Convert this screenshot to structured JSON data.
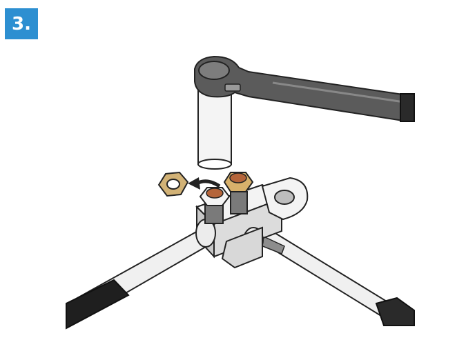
{
  "step": {
    "label": "3."
  },
  "colors": {
    "badge_bg": "#2d8fd1",
    "badge_text": "#ffffff",
    "wrench": "#4a4a4a",
    "metal": "#e6e6e6",
    "brass": "#c9a257",
    "grip": "#1f1f1f"
  },
  "illustration": {
    "icons": [
      "ratchet-wrench",
      "socket",
      "brass-nut",
      "nut",
      "flare-tool-block",
      "rotation-arrow"
    ]
  }
}
